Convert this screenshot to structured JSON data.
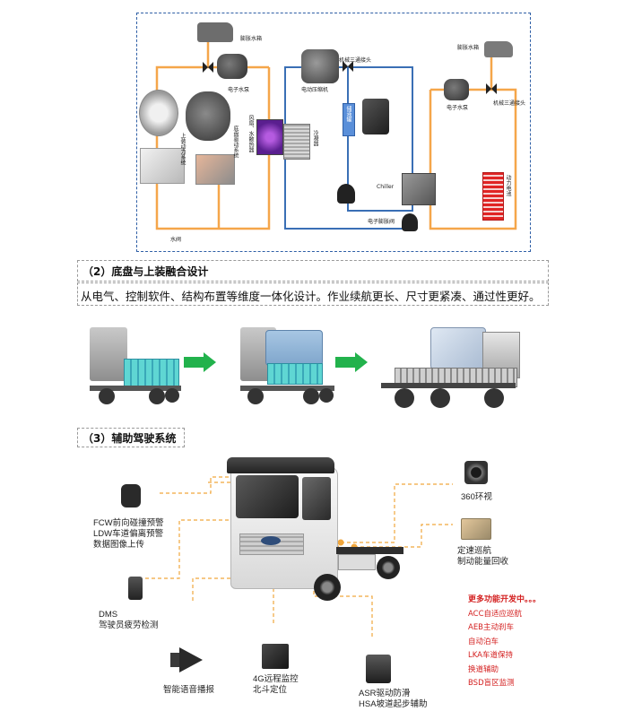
{
  "thermal": {
    "labels": {
      "reservoir_left": "膨胀水箱",
      "pump_left": "电子水泵",
      "upper_drive": "上装动力系统",
      "chassis_drive": "底盘驱动系统",
      "fan_radiator": "风扇、水散热器",
      "valve": "水阀",
      "compressor": "电动压缩机",
      "three_way_top": "机械三通接头",
      "condenser": "冷凝器",
      "dryer": "储液罐",
      "chiller": "Chiller",
      "expansion_valve": "电子膨胀阀",
      "reservoir_right": "膨胀水箱",
      "pump_right": "电子水泵",
      "three_way_right": "机械三通接头",
      "battery": "动力电池"
    }
  },
  "section2": {
    "title": "（2）底盘与上装融合设计",
    "description": "从电气、控制软件、结构布置等维度一体化设计。作业续航更长、尺寸更紧凑、通过性更好。"
  },
  "section3": {
    "title": "（3）辅助驾驶系统",
    "features": {
      "fcw_line1": "FCW前向碰撞预警",
      "fcw_line2": "LDW车道偏离预警",
      "fcw_line3": "数据图像上传",
      "dms_line1": "DMS",
      "dms_line2": "驾驶员疲劳检测",
      "voice": "智能语音播报",
      "g4_line1": "4G远程监控",
      "g4_line2": "北斗定位",
      "asr_line1": "ASR驱动防滑",
      "asr_line2": "HSA坡道起步辅助",
      "view360": "360环视",
      "cruise_line1": "定速巡航",
      "cruise_line2": "制动能量回收"
    },
    "more": {
      "heading": "更多功能开发中。。。",
      "items": [
        "ACC自适应巡航",
        "AEB主动刹车",
        "自动泊车",
        "LKA车道保持",
        "换道辅助",
        "BSD盲区监测"
      ]
    }
  },
  "colors": {
    "pipe_orange": "#f5a64a",
    "pipe_blue": "#3a6fb5",
    "border_blue": "#2f5fa6",
    "arrow_green": "#22b24c",
    "callout_orange": "#f0a63c",
    "red_text": "#d42222"
  }
}
